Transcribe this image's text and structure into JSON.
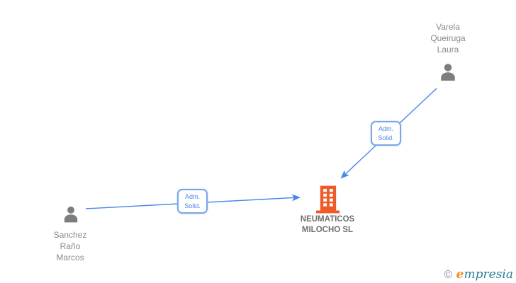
{
  "canvas": {
    "background": "#ffffff"
  },
  "nodes": {
    "company": {
      "label_lines": [
        "NEUMATICOS",
        "MILOCHO SL"
      ],
      "icon": "building-icon",
      "icon_color": "#f05a28",
      "text_color": "#6f6f6f"
    },
    "person_top_right": {
      "label_lines": [
        "Varela",
        "Queiruga",
        "Laura"
      ],
      "icon": "person-icon",
      "icon_color": "#7d7d7d",
      "text_color": "#8a8a8a"
    },
    "person_bottom_left": {
      "label_lines": [
        "Sanchez",
        "Raño",
        "Marcos"
      ],
      "icon": "person-icon",
      "icon_color": "#7d7d7d",
      "text_color": "#8a8a8a"
    }
  },
  "edges": {
    "line_color": "#4a86e8",
    "label_border_color": "#7ba7e8",
    "label_text_color": "#4a86e8",
    "left": {
      "label_lines": [
        "Adm.",
        "Solid."
      ]
    },
    "right": {
      "label_lines": [
        "Adm.",
        "Solid."
      ]
    }
  },
  "footer": {
    "copyright_symbol": "©",
    "brand_first_letter": "e",
    "brand_rest": "mpresia",
    "brand_letter_color": "#f08b1d",
    "brand_color": "#2a7d96"
  }
}
